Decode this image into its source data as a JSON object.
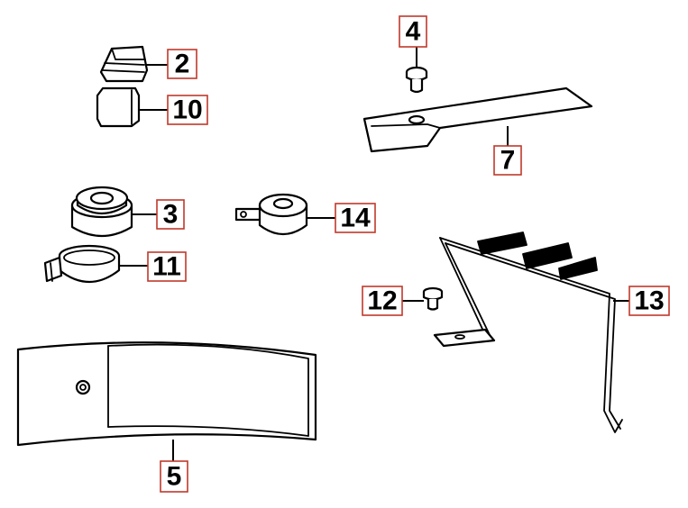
{
  "colors": {
    "callout_border": "#c0392b",
    "ink": "#000000",
    "background": "#ffffff"
  },
  "callouts": {
    "c2": "2",
    "c3": "3",
    "c4": "4",
    "c5": "5",
    "c7": "7",
    "c10": "10",
    "c11": "11",
    "c12": "12",
    "c13": "13",
    "c14": "14"
  }
}
